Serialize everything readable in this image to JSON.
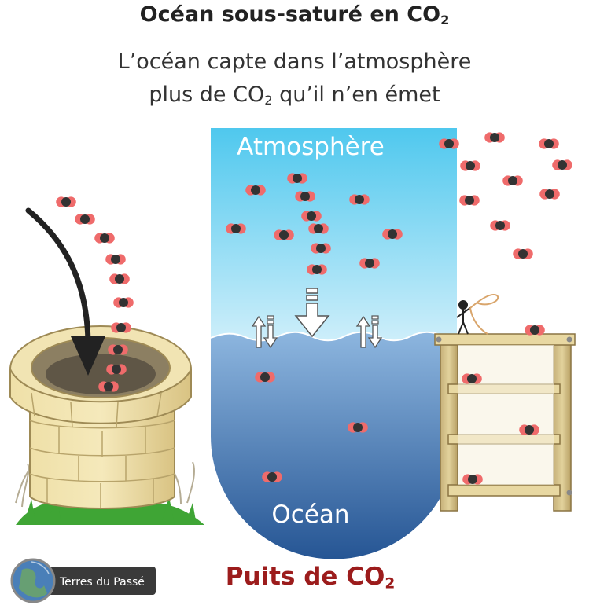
{
  "title": {
    "main": "Océan sous-saturé en CO",
    "sub": "2"
  },
  "subtitle": {
    "line1": "L’océan capte dans l’atmosphère",
    "line2_pre": "plus de CO",
    "line2_sub": "2",
    "line2_post": " qu’il n’en émet"
  },
  "column": {
    "top_label": "Atmosphère",
    "bottom_label": "Océan"
  },
  "footer": {
    "title_main": "Puits de CO",
    "title_sub": "2",
    "logo_text": "Terres du Passé"
  },
  "colors": {
    "sky_top": "#4fc8ee",
    "sky_bottom": "#cdeefa",
    "ocean_top": "#8db6df",
    "ocean_bottom": "#1f4f8f",
    "molecule_oxygen": "#ef6b6b",
    "molecule_carbon": "#333333",
    "footer_title": "#9c1c1c"
  },
  "icons": [
    "well-icon",
    "down-arrow-icon",
    "exchange-arrows-icon",
    "shelf-icon",
    "stick-figure-icon",
    "co2-molecule-icon",
    "logo-icon"
  ]
}
